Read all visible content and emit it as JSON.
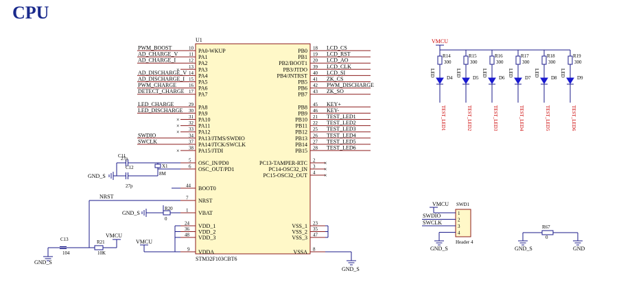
{
  "title": "CPU",
  "mcu": {
    "ref": "U1",
    "part": "STM32F103CBT6",
    "left_pins": [
      {
        "num": "10",
        "name": "PA0-WKUP",
        "net": "PWM_BOOST"
      },
      {
        "num": "11",
        "name": "PA1",
        "net": "AD_CHARGE_V"
      },
      {
        "num": "12",
        "name": "PA2",
        "net": "AD_CHARGE_I"
      },
      {
        "num": "13",
        "name": "PA3",
        "net": ""
      },
      {
        "num": "14",
        "name": "PA4",
        "net": "AD_DISCHARGE_V"
      },
      {
        "num": "15",
        "name": "PA5",
        "net": "AD_DISCHARGE_I"
      },
      {
        "num": "16",
        "name": "PA6",
        "net": "PWM_CHARGE"
      },
      {
        "num": "17",
        "name": "PA7",
        "net": "DETECT_CHARGE"
      },
      {
        "num": "29",
        "name": "PA8",
        "net": "LED_CHARGE"
      },
      {
        "num": "30",
        "name": "PA9",
        "net": "LED_DISCHARGE"
      },
      {
        "num": "31",
        "name": "PA10",
        "net": ""
      },
      {
        "num": "32",
        "name": "PA11",
        "net": ""
      },
      {
        "num": "33",
        "name": "PA12",
        "net": ""
      },
      {
        "num": "34",
        "name": "PA13/JTMS/SWDIO",
        "net": "SWDIO"
      },
      {
        "num": "37",
        "name": "PA14/JTCK/SWCLK",
        "net": "SWCLK"
      },
      {
        "num": "38",
        "name": "PA15/JTDI",
        "net": ""
      }
    ],
    "right_pins": [
      {
        "num": "18",
        "name": "PB0",
        "net": "LCD_CS"
      },
      {
        "num": "19",
        "name": "PB1",
        "net": "LCD_RST"
      },
      {
        "num": "20",
        "name": "PB2/BOOT1",
        "net": "LCD_AO"
      },
      {
        "num": "39",
        "name": "PB3/JTDO",
        "net": "LCD_CLK"
      },
      {
        "num": "40",
        "name": "PB4/JNTRST",
        "net": "LCD_SI"
      },
      {
        "num": "41",
        "name": "PB5",
        "net": "ZK_CS"
      },
      {
        "num": "42",
        "name": "PB6",
        "net": "PWM_DISCHARGE"
      },
      {
        "num": "43",
        "name": "PB7",
        "net": "ZK_SO"
      },
      {
        "num": "45",
        "name": "PB8",
        "net": "KEY+"
      },
      {
        "num": "46",
        "name": "PB9",
        "net": "KEY-"
      },
      {
        "num": "21",
        "name": "PB10",
        "net": "TEST_LED1"
      },
      {
        "num": "22",
        "name": "PB11",
        "net": "TEST_LED2"
      },
      {
        "num": "25",
        "name": "PB12",
        "net": "TEST_LED3"
      },
      {
        "num": "26",
        "name": "PB13",
        "net": "TEST_LED4"
      },
      {
        "num": "27",
        "name": "PB14",
        "net": "TEST_LED5"
      },
      {
        "num": "28",
        "name": "PB15",
        "net": "TEST_LED6"
      }
    ],
    "osc_pins": [
      {
        "num": "5",
        "name": "OSC_IN/PD0"
      },
      {
        "num": "6",
        "name": "OSC_OUT/PD1"
      }
    ],
    "rtc_pins": [
      {
        "num": "2",
        "name": "PC13-TAMPER-RTC"
      },
      {
        "num": "3",
        "name": "PC14-OSC32_IN"
      },
      {
        "num": "4",
        "name": "PC15-OSC32_OUT"
      }
    ],
    "misc_pins": [
      {
        "num": "44",
        "name": "BOOT0"
      },
      {
        "num": "7",
        "name": "NRST"
      },
      {
        "num": "1",
        "name": "VBAT"
      }
    ],
    "vdd_pins": [
      {
        "num": "24",
        "name": "VDD_1"
      },
      {
        "num": "36",
        "name": "VDD_2"
      },
      {
        "num": "48",
        "name": "VDD_3"
      }
    ],
    "vss_pins": [
      {
        "num": "23",
        "name": "VSS_1"
      },
      {
        "num": "35",
        "name": "VSS_2"
      },
      {
        "num": "47",
        "name": "VSS_3"
      }
    ],
    "vdda": {
      "num": "9",
      "name": "VDDA"
    },
    "vssa": {
      "num": "8",
      "name": "VSSA"
    }
  },
  "crystal": {
    "c1": "C11",
    "c1_val": "27p",
    "c2": "C12",
    "c2_val": "27p",
    "x": "X1",
    "x_val": "8M"
  },
  "nets": {
    "gnd_s": "GND_S",
    "vmcu": "VMCU",
    "nrst": "NRST",
    "gnd": "GND",
    "swdio": "SWDIO",
    "swclk": "SWCLK"
  },
  "r20": {
    "ref": "R20",
    "val": "0"
  },
  "c13": {
    "ref": "C13",
    "val": "104"
  },
  "r21": {
    "ref": "R21",
    "val": "10K"
  },
  "leds": [
    {
      "r": "R14",
      "rv": "300",
      "d": "D4",
      "net": "TEST_LED1"
    },
    {
      "r": "R15",
      "rv": "300",
      "d": "D5",
      "net": "TEST_LED2"
    },
    {
      "r": "R16",
      "rv": "300",
      "d": "D6",
      "net": "TEST_LED3"
    },
    {
      "r": "R17",
      "rv": "300",
      "d": "D7",
      "net": "TEST_LED4"
    },
    {
      "r": "R18",
      "rv": "300",
      "d": "D8",
      "net": "TEST_LED5"
    },
    {
      "r": "R19",
      "rv": "300",
      "d": "D9",
      "net": "TEST_LED6"
    }
  ],
  "led_label": "LED",
  "swd": {
    "ref": "SWD1",
    "part": "Header 4",
    "pins": [
      "1",
      "2",
      "3",
      "4"
    ]
  },
  "r67": {
    "ref": "R67",
    "val": "0"
  }
}
